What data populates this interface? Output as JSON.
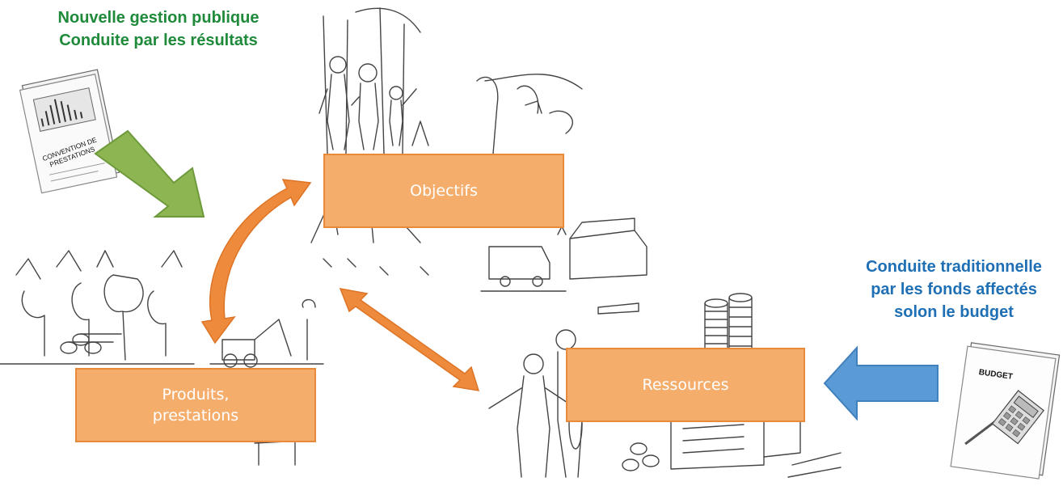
{
  "title_left": {
    "line1": "Nouvelle gestion publique",
    "line2": "Conduite par les résultats"
  },
  "title_right": {
    "line1": "Conduite traditionnelle",
    "line2": "par les fonds affectés",
    "line3": "solon le budget"
  },
  "boxes": {
    "objectifs": "Objectifs",
    "produits": "Produits,\nprestations",
    "ressources": "Ressources"
  },
  "documents": {
    "convention_line1": "CONVENTION DE",
    "convention_line2": "PRESTATIONS",
    "budget": "BUDGET"
  },
  "colors": {
    "green_title": "#1e8a3a",
    "blue_title": "#1f6fb5",
    "box_fill": "#f5ad6c",
    "box_border": "#e9893a",
    "arrow_orange": "#ee8a3c",
    "arrow_green": "#8db652",
    "arrow_blue": "#5b9bd5"
  },
  "icons": [
    "document-icon",
    "calculator-icon",
    "tree-icon",
    "mountain-icon",
    "coin-stack-icon",
    "worker-icon",
    "truck-icon",
    "bench-icon",
    "house-icon"
  ]
}
